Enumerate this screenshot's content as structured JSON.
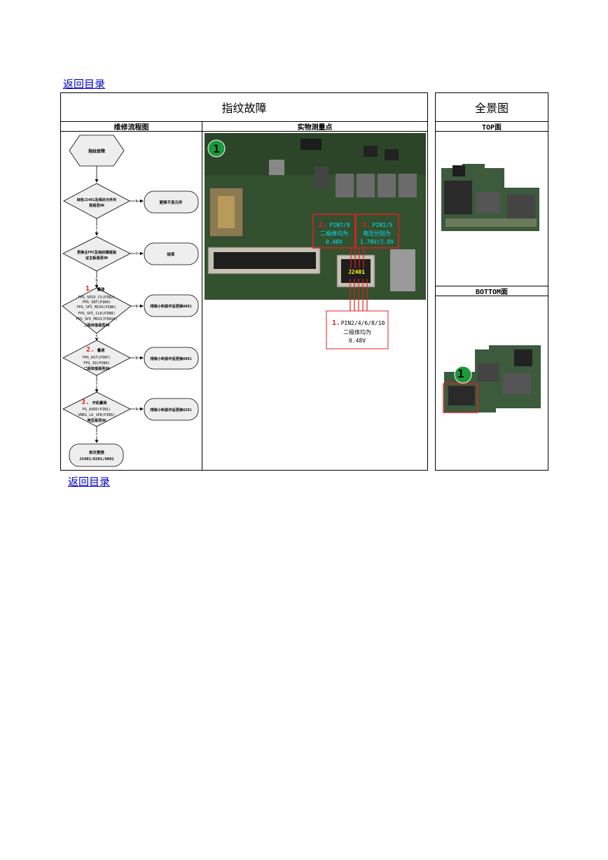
{
  "nav": {
    "back_link_top": "返回目录",
    "back_link_bottom": "返回目录"
  },
  "table": {
    "title": "指纹故障",
    "panorama_title": "全景图",
    "col_flow": "维修流程图",
    "col_measure": "实物测量点",
    "col_top": "TOP面",
    "col_bottom": "BOTTOM面"
  },
  "flow": {
    "start": "指纹故障",
    "step1": [
      "目检J2401及相关元件外",
      "观是否OK"
    ],
    "step1_result": "更换不良元件",
    "step2": [
      "更换主FPC及指纹模组验",
      "证主板是否OK"
    ],
    "step2_result": "结束",
    "step3_num": "1.",
    "step3": [
      "量测",
      "FPG_SPIO_CS(PIN2)",
      "FPG_INT(PIN4)",
      "FPG_SPI_MISO(PIN6)",
      "FPG_SPI_CLK(PIN8)",
      "FPG_SPI_MOSI(PIN10)",
      "二极体值是否OK"
    ],
    "step3_result": "排除小料损坏后更换U801",
    "step4_num": "2.",
    "step4": [
      "量测",
      "FPG_RST(PIN7)",
      "FPG_ID(PIN9)",
      "二极体值是否OK"
    ],
    "step4_result": "排除小料损坏后更换U801",
    "step5_num": "3.",
    "step5": [
      "开机量测",
      "FG_AVDD(PIN1)",
      "VREG_L6_1P8(PIN5)",
      "电压是否OK"
    ],
    "step5_result": "排除小料损坏后更换U201",
    "end": [
      "依次更换",
      "J2401/U201/U801"
    ],
    "yes": "Y",
    "no": "N"
  },
  "measure": {
    "marker": "1",
    "connector": "J2401",
    "box2_num": "2.",
    "box2": [
      "PIN7/9",
      "二极体均为",
      "0.48V"
    ],
    "box3_num": "3.",
    "box3": [
      "PIN1/5",
      "电压分别为",
      "1.78V/2.8V"
    ],
    "box1_num": "1.",
    "box1": [
      "PIN2/4/6/8/10",
      "二极体均为",
      "0.48V"
    ]
  },
  "panorama": {
    "marker": "1"
  },
  "colors": {
    "link": "#0000cc",
    "red": "#e02020",
    "cyan": "#00e5ff",
    "board": "#2e4a2e",
    "marker": "#1a9a3a"
  }
}
